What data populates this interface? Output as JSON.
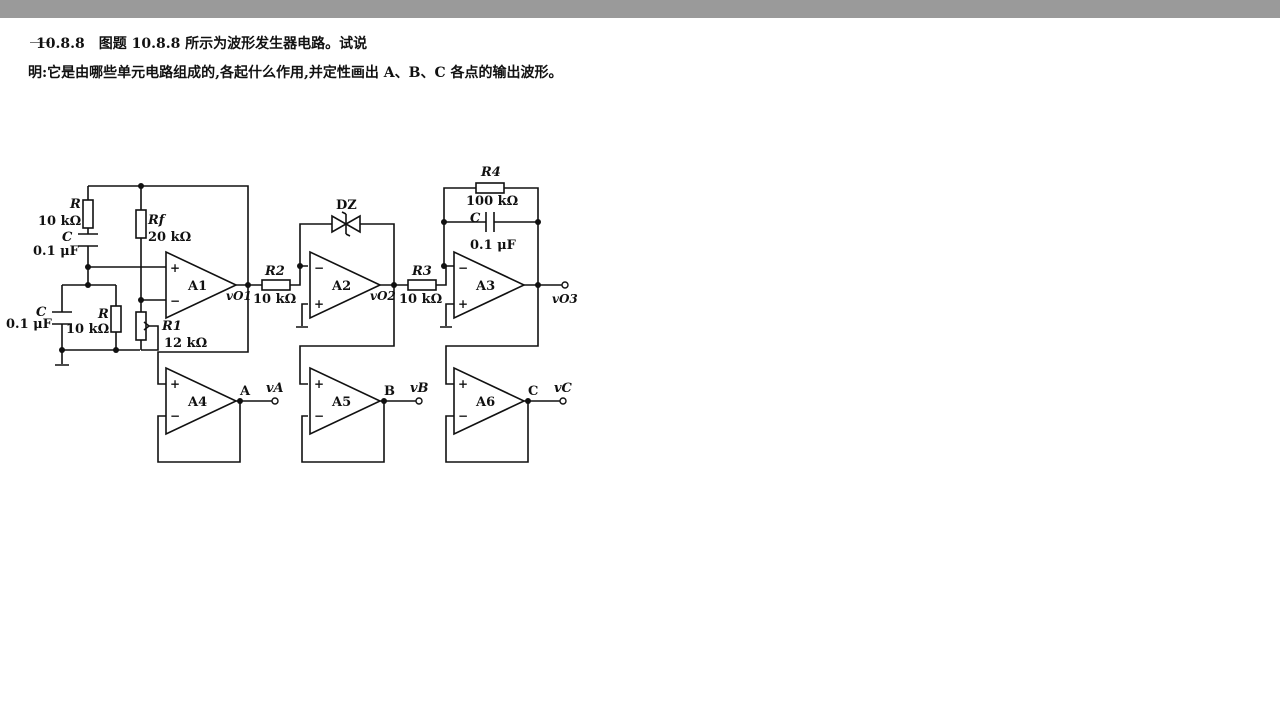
{
  "question": {
    "number": "10.8.8",
    "line1": "图题 10.8.8 所示为波形发生器电路。试说",
    "line2": "明:它是由哪些单元电路组成的,各起什么作用,并定性画出 A、B、C 各点的输出波形。"
  },
  "circuit": {
    "r_top": "R",
    "r_top_val": "10 kΩ",
    "c_top": "C",
    "c_top_val": "0.1 μF",
    "c_bot": "C",
    "c_bot_val": "0.1 μF",
    "r_bot": "R",
    "r_bot_val": "10 kΩ",
    "rf": "Rf",
    "rf_val": "20 kΩ",
    "r1": "R1",
    "r1_val": "12 kΩ",
    "a1": "A1",
    "vo1": "vO1",
    "r2": "R2",
    "r2_val": "10 kΩ",
    "dz": "DZ",
    "a2": "A2",
    "vo2": "vO2",
    "r3": "R3",
    "r3_val": "10 kΩ",
    "r4": "R4",
    "r4_val": "100 kΩ",
    "c3": "C",
    "c3_val": "0.1 μF",
    "a3": "A3",
    "vo3": "vO3",
    "a4": "A4",
    "a5": "A5",
    "a6": "A6",
    "pt_a": "A",
    "pt_b": "B",
    "pt_c": "C",
    "va": "vA",
    "vb": "vB",
    "vc": "vC",
    "plus": "+",
    "minus": "−"
  }
}
